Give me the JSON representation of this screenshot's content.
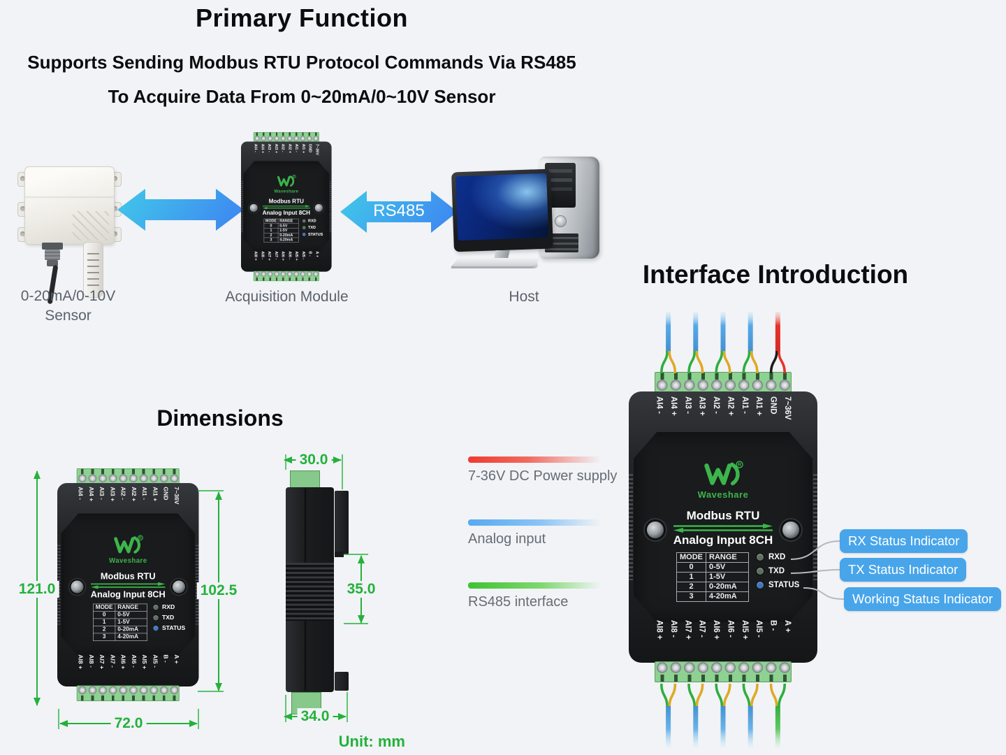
{
  "palette": {
    "page_bg": "#f1f3f6",
    "brand_green": "#3cb54a",
    "dimension_green": "#23b13b",
    "flow_arrow_start": "#41c9e9",
    "flow_arrow_end": "#3e8df0",
    "callout_blue": "#48a5ea",
    "terminal_green": "#8fd093",
    "wire_blue": "#57a9e6",
    "wire_red": "#e63229",
    "wire_green": "#2fae3e",
    "wire_yellow": "#dfa926"
  },
  "primary_function": {
    "title": "Primary Function",
    "subtitle_line1": "Supports Sending Modbus RTU Protocol Commands Via RS485",
    "subtitle_line2": "To Acquire Data From 0~20mA/0~10V Sensor"
  },
  "flow": {
    "sensor_caption_line1": "0-20mA/0-10V",
    "sensor_caption_line2": "Sensor",
    "module_caption": "Acquisition Module",
    "host_caption": "Host",
    "link_label": "RS485"
  },
  "device": {
    "brand": "Waveshare",
    "title_line1": "Modbus RTU",
    "title_line2": "Analog Input 8CH",
    "top_terminals": [
      "AI4 -",
      "AI4 +",
      "AI3 -",
      "AI3 +",
      "AI2 -",
      "AI2 +",
      "AI1 -",
      "AI1 +",
      "GND",
      "7~36V"
    ],
    "bottom_terminals": [
      "AI8 +",
      "AI8 -",
      "AI7 +",
      "AI7 -",
      "AI6 +",
      "AI6 -",
      "AI5 +",
      "AI5 -",
      "B -",
      "A +"
    ],
    "mode_table": {
      "col1": "MODE",
      "col2": "RANGE",
      "rows": [
        [
          "0",
          "0-5V"
        ],
        [
          "1",
          "1-5V"
        ],
        [
          "2",
          "0-20mA"
        ],
        [
          "3",
          "4-20mA"
        ]
      ]
    },
    "leds": [
      {
        "label": "RXD",
        "color": "#5d6f61"
      },
      {
        "label": "TXD",
        "color": "#5d6f61"
      },
      {
        "label": "STATUS",
        "color": "#4274ba"
      }
    ]
  },
  "dimensions": {
    "title": "Dimensions",
    "front_height": "121.0",
    "front_inner_height": "102.5",
    "front_width": "72.0",
    "side_top_width": "30.0",
    "side_clip_height": "35.0",
    "side_bottom_width": "34.0",
    "unit_note": "Unit: mm"
  },
  "interface": {
    "title": "Interface Introduction",
    "legend": [
      {
        "label": "7-36V DC Power supply",
        "color": "#ee3b30"
      },
      {
        "label": "Analog input",
        "color": "#57a9f0"
      },
      {
        "label": "RS485 interface",
        "color": "#3fc232"
      }
    ],
    "callouts": [
      {
        "label": "RX Status Indicator"
      },
      {
        "label": "TX Status Indicator"
      },
      {
        "label": "Working Status Indicator"
      }
    ]
  }
}
